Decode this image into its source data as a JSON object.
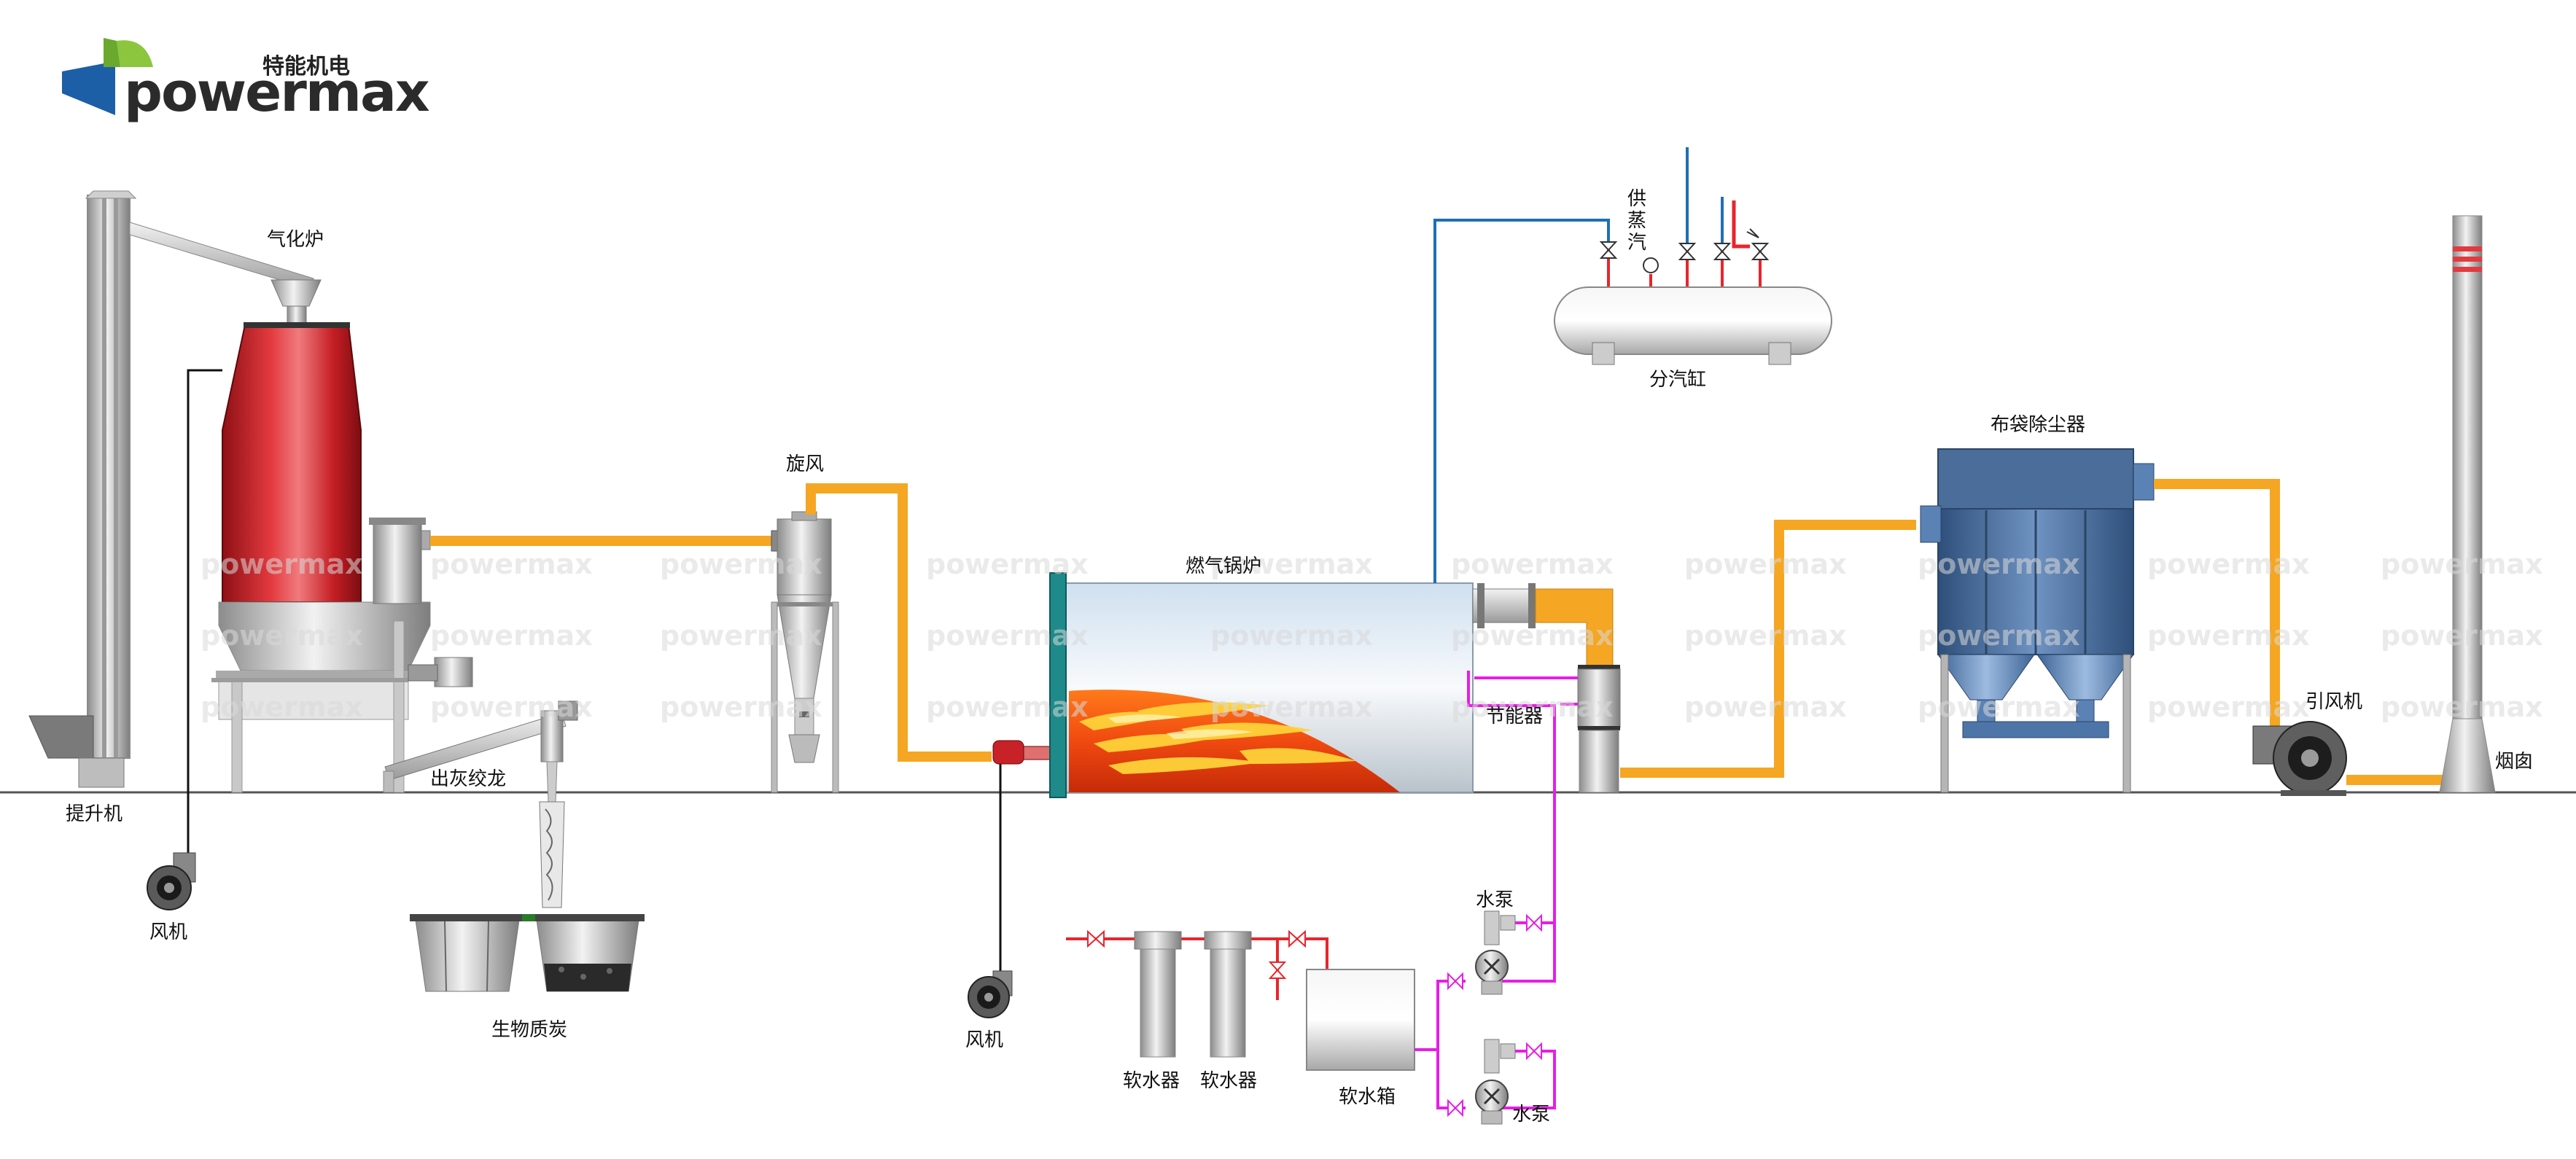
{
  "brand": {
    "cn": "特能机电",
    "en": "powermax"
  },
  "watermark": "powermax",
  "labels": {
    "elevator": "提升机",
    "gasifier": "气化炉",
    "fan_left": "风机",
    "ash_auger": "出灰绞龙",
    "biochar": "生物质炭",
    "cyclone": "旋风",
    "fan_mid": "风机",
    "boiler": "燃气锅炉",
    "softener_1": "软水器",
    "softener_2": "软水器",
    "soft_water_tank": "软水箱",
    "pump_top": "水泵",
    "pump_bottom": "水泵",
    "economizer": "节能器",
    "steam_supply": "供蒸汽",
    "steam_header": "分汽缸",
    "bag_filter": "布袋除尘器",
    "induced_fan": "引风机",
    "chimney": "烟囱"
  },
  "colors": {
    "flue_pipe": "#f5a623",
    "steam_line": "#1f6fb3",
    "water_line": "#e61ee6",
    "feed_line": "#e8252d",
    "gasifier_body": "#c41e24",
    "bag_filter_body": "#4a6d99",
    "boiler_front": "#1f8a8a",
    "logo_blue": "#1d5fa6",
    "logo_green": "#8cc63f"
  }
}
